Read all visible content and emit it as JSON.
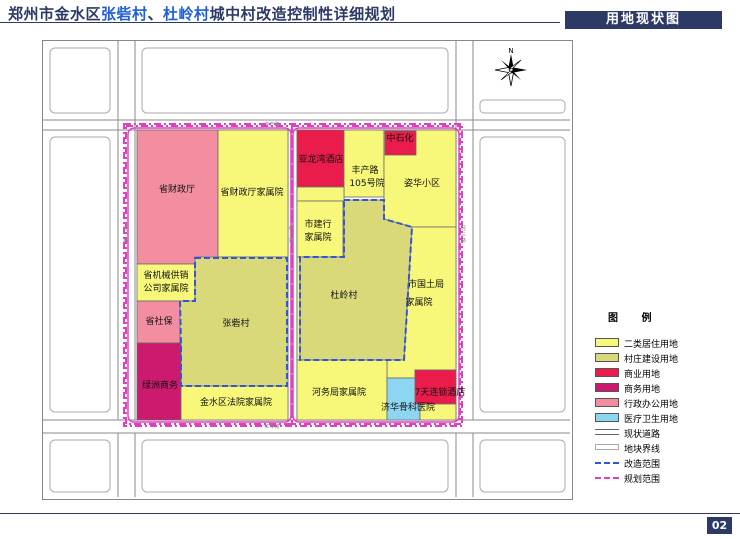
{
  "header": {
    "title_part1": "郑州市金水区",
    "title_highlight1": "张砦村",
    "title_sep": "、",
    "title_highlight2": "杜岭村",
    "title_part2": "城中村改造控制性详细规划",
    "section_label": "用地现状图"
  },
  "map": {
    "north_label": "N",
    "parcels": [
      {
        "name": "省财政厅",
        "category": "行政办公用地"
      },
      {
        "name": "省财政厅家属院",
        "category": "二类居住用地"
      },
      {
        "name": "省机械供销公司家属院",
        "category": "二类居住用地"
      },
      {
        "name": "省社保",
        "category": "行政办公用地"
      },
      {
        "name": "张砦村",
        "category": "村庄建设用地"
      },
      {
        "name": "绿洲商务",
        "category": "商务用地"
      },
      {
        "name": "金水区法院家属院",
        "category": "二类居住用地"
      },
      {
        "name": "亚龙湾酒店",
        "category": "商业用地"
      },
      {
        "name": "丰产路105号院",
        "category": "二类居住用地"
      },
      {
        "name": "中石化",
        "category": "商业用地"
      },
      {
        "name": "姿华小区",
        "category": "二类居住用地"
      },
      {
        "name": "市建行家属院",
        "category": "二类居住用地"
      },
      {
        "name": "杜岭村",
        "category": "村庄建设用地"
      },
      {
        "name": "市国土局家属院",
        "category": "二类居住用地"
      },
      {
        "name": "河务局家属院",
        "category": "二类居住用地"
      },
      {
        "name": "7天连锁酒店",
        "category": "商业用地"
      },
      {
        "name": "济华骨科医院",
        "category": "医疗卫生用地"
      }
    ],
    "labels": {
      "caizhengting": "省财政厅",
      "caizhengting_jia": "省财政厅家属院",
      "jixie_1": "省机械供销",
      "jixie_2": "公司家属院",
      "shebao": "省社保",
      "zhangzhai": "张砦村",
      "lvzhou": "绿洲商务",
      "fayuan": "金水区法院家属院",
      "yalongwan": "亚龙湾酒店",
      "fengchan_1": "丰产路",
      "fengchan_2": "105号院",
      "zhongshihua": "中石化",
      "zihua": "姿华小区",
      "jianhang_1": "市建行",
      "jianhang_2": "家属院",
      "duling": "杜岭村",
      "guotu_1": "市国土局",
      "guotu_2": "家属院",
      "hewu": "河务局家属院",
      "qitian": "7天连锁酒店",
      "jihua": "济华骨科医院"
    },
    "road_labels": {
      "west_road": "经一路",
      "middle_road": "经二路",
      "east_road": "经三路",
      "north_road": "丰产路",
      "south_road": "红专路"
    }
  },
  "legend": {
    "title": "图 例",
    "items": [
      {
        "label": "二类居住用地",
        "color": "#f7f77a",
        "kind": "fill"
      },
      {
        "label": "村庄建设用地",
        "color": "#d9d97a",
        "kind": "fill"
      },
      {
        "label": "商业用地",
        "color": "#ea1c4c",
        "kind": "fill"
      },
      {
        "label": "商务用地",
        "color": "#cc1a6e",
        "kind": "fill"
      },
      {
        "label": "行政办公用地",
        "color": "#f28ea0",
        "kind": "fill"
      },
      {
        "label": "医疗卫生用地",
        "color": "#8cd6f2",
        "kind": "fill"
      },
      {
        "label": "现状道路",
        "color": "#666666",
        "kind": "road"
      },
      {
        "label": "地块界线",
        "color": "#aaaaaa",
        "kind": "boundary"
      },
      {
        "label": "改造范围",
        "color": "#3355dd",
        "kind": "dash-blue"
      },
      {
        "label": "规划范围",
        "color": "#e040c0",
        "kind": "dash-magenta"
      }
    ]
  },
  "colors": {
    "residential": "#f7f77a",
    "village": "#d9d97a",
    "commercial": "#ea1c4c",
    "business": "#cc1a6e",
    "admin": "#f28ea0",
    "medical": "#8cd6f2",
    "renovation_boundary": "#3355dd",
    "plan_boundary": "#e040c0",
    "header_bg": "#2d3a66"
  },
  "footer": {
    "page_number": "02"
  }
}
